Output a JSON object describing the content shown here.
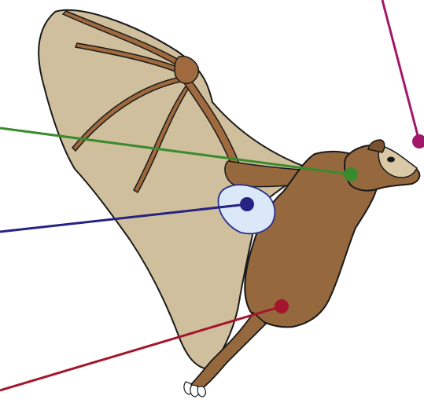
{
  "figure": {
    "subject": "bat-wing-anatomy",
    "colors": {
      "background": "#ffffff",
      "outline": "#1a1a1a",
      "wing_membrane": "#cfbf9c",
      "fur": "#96683e",
      "fur_dark": "#7a5230",
      "wing_bone": "#a06a3e",
      "face": "#d9c9a6",
      "highlight_patch": "#dbe8f7",
      "highlight_outline": "#2a2f8f"
    },
    "pointers": [
      {
        "id": "head",
        "color": "#a3176a"
      },
      {
        "id": "shoulder",
        "color": "#3a8a2e"
      },
      {
        "id": "wing-joint",
        "color": "#262382"
      },
      {
        "id": "hip",
        "color": "#a3162b"
      }
    ]
  }
}
